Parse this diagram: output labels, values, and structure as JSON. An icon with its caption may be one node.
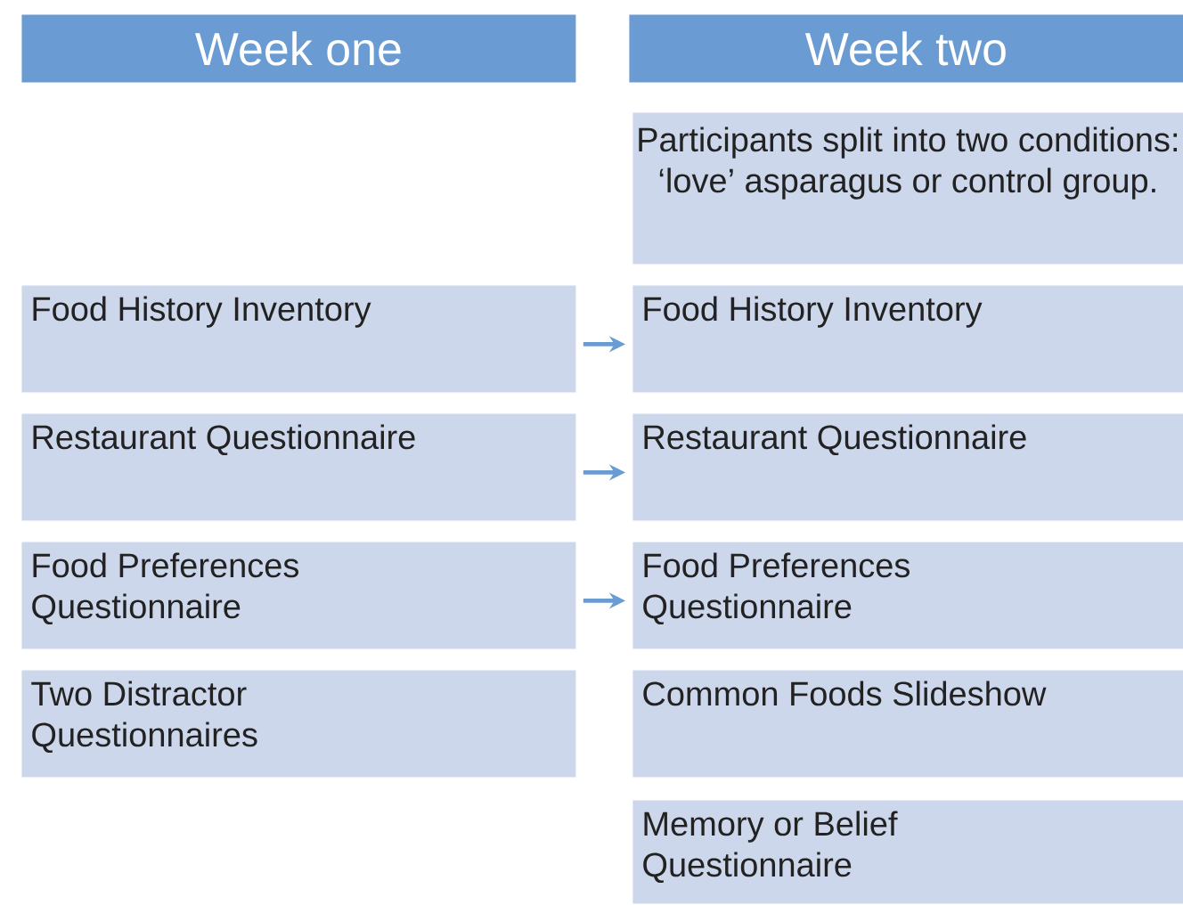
{
  "diagram": {
    "nodes": [
      {
        "text": [
          "Week one"
        ]
      },
      {
        "text": [
          "Week two"
        ]
      },
      {
        "text": [
          "Participants split into two conditions: ‘love’ asparagus or control group."
        ]
      },
      {
        "text": [
          "Food History Inventory"
        ]
      },
      {
        "text": [
          "Food History Inventory"
        ]
      },
      {
        "text": [
          "Restaurant Questionnaire"
        ]
      },
      {
        "text": [
          "Restaurant Questionnaire"
        ]
      },
      {
        "text": [
          "Food Preferences Questionnaire"
        ]
      },
      {
        "text": [
          "Food Preferences Questionnaire"
        ]
      },
      {
        "text": [
          "Two Distractor Questionnaires"
        ]
      },
      {
        "text": [
          "Common Foods Slideshow"
        ]
      },
      {
        "text": [
          "Memory or Belief Questionnaire"
        ]
      }
    ],
    "edges": [
      {
        "from": 3,
        "to": 4,
        "arrow": "to"
      },
      {
        "from": 5,
        "to": 6,
        "arrow": "to"
      },
      {
        "from": 7,
        "to": 8,
        "arrow": "to"
      }
    ]
  }
}
